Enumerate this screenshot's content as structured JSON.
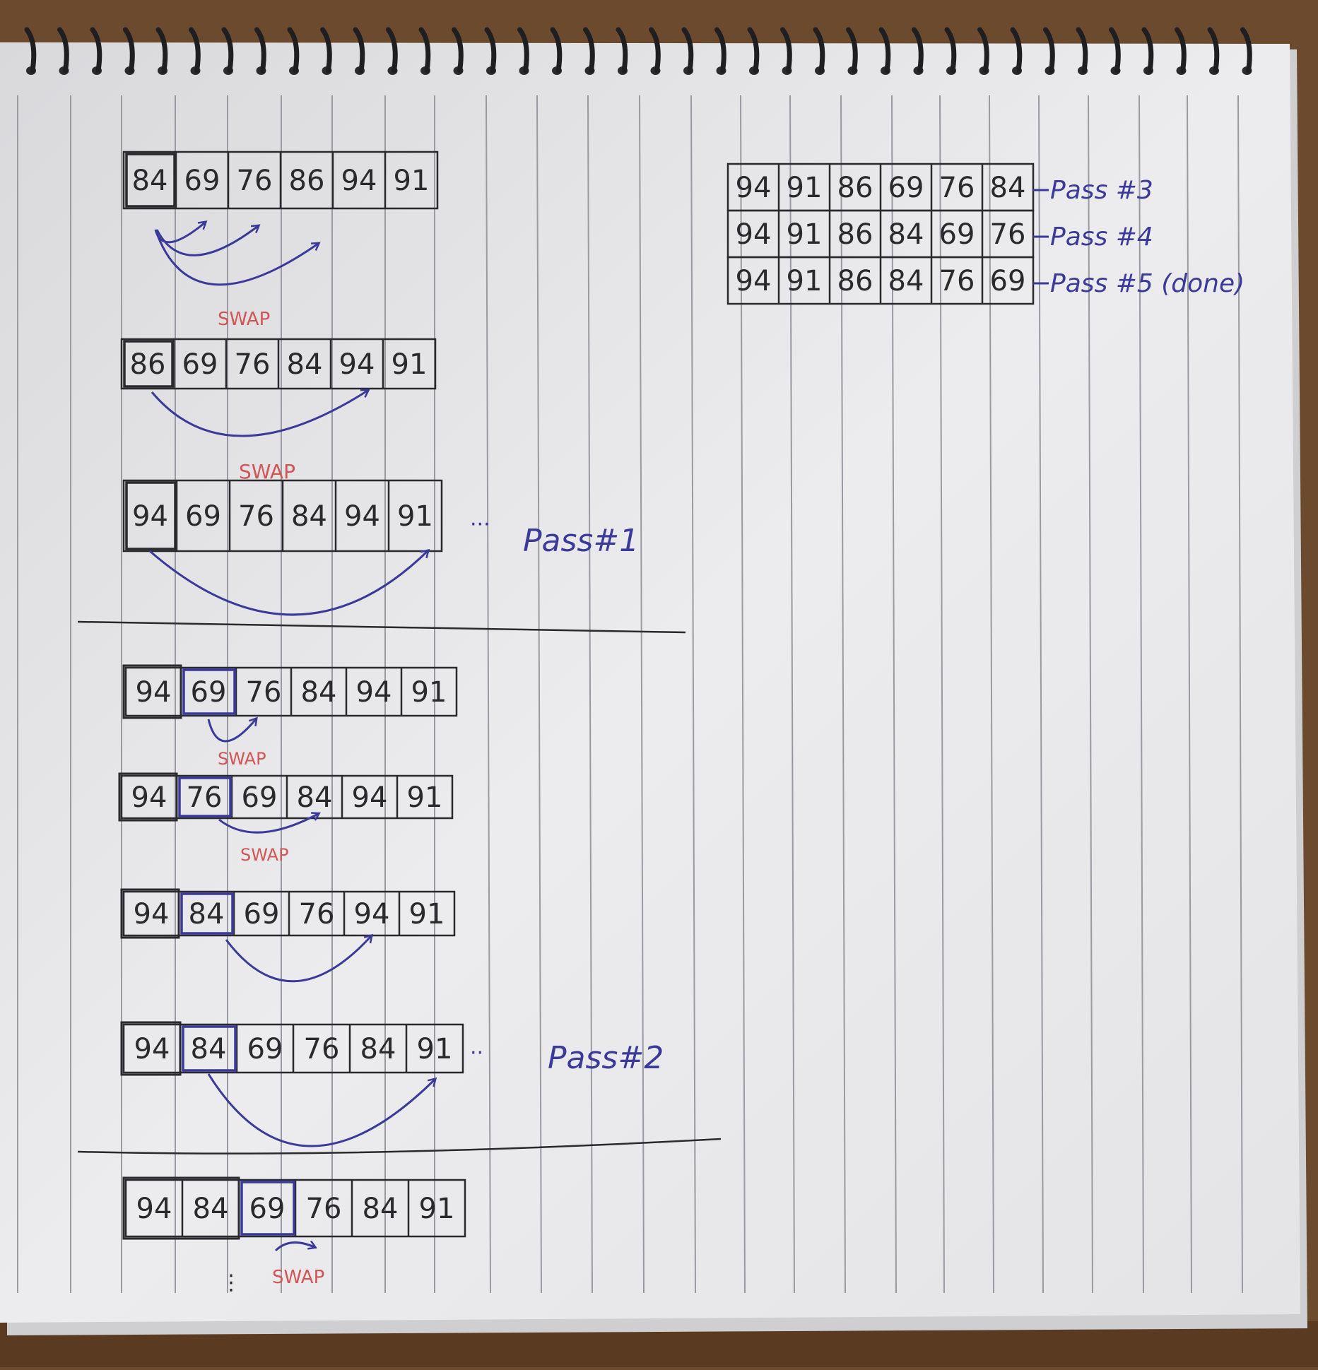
{
  "arrays": [
    {
      "cells": [
        "84",
        "69",
        "76",
        "86",
        "94",
        "91"
      ],
      "highlight": 0
    },
    {
      "cells": [
        "86",
        "69",
        "76",
        "84",
        "94",
        "91"
      ],
      "highlight": 0
    },
    {
      "cells": [
        "94",
        "69",
        "76",
        "84",
        "94",
        "91"
      ],
      "highlight": 0
    },
    {
      "cells": [
        "94",
        "69",
        "76",
        "84",
        "94",
        "91"
      ],
      "highlight": 1
    },
    {
      "cells": [
        "94",
        "76",
        "69",
        "84",
        "94",
        "91"
      ],
      "highlight": 1
    },
    {
      "cells": [
        "94",
        "84",
        "69",
        "76",
        "94",
        "91"
      ],
      "highlight": 1
    },
    {
      "cells": [
        "94",
        "84",
        "69",
        "76",
        "84",
        "91"
      ],
      "highlight": 1
    },
    {
      "cells": [
        "94",
        "84",
        "69",
        "76",
        "84",
        "91"
      ],
      "highlight": 2
    }
  ],
  "swap_labels": [
    "SWAP",
    "SWAP",
    "SWAP",
    "SWAP",
    "SWAP"
  ],
  "pass_labels": [
    "Pass#1",
    "Pass#2"
  ],
  "summary_rows": [
    {
      "cells": [
        "94",
        "91",
        "86",
        "69",
        "76",
        "84"
      ],
      "label": "Pass #3"
    },
    {
      "cells": [
        "94",
        "91",
        "86",
        "84",
        "69",
        "76"
      ],
      "label": "Pass #4"
    },
    {
      "cells": [
        "94",
        "91",
        "86",
        "84",
        "76",
        "69"
      ],
      "label": "Pass #5 (done)"
    }
  ],
  "colors": {
    "ink_black": "#2a2a2e",
    "ink_blue": "#3b3a9a",
    "ink_red": "#d25555",
    "paper": "#ececee",
    "rule_line": "#9a9aa2",
    "desk": "#6b4a2e"
  }
}
